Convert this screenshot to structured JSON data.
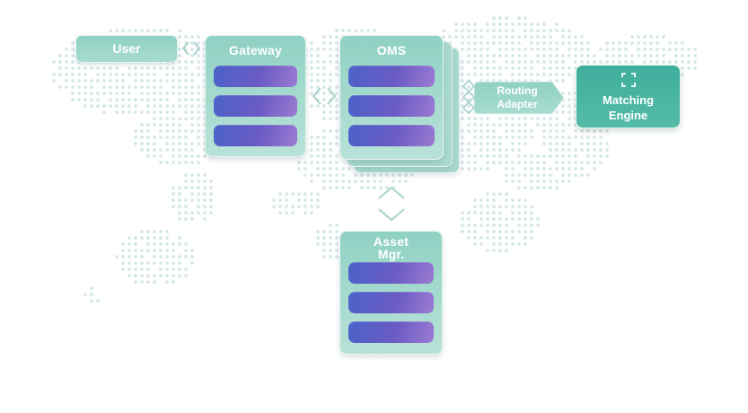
{
  "nodes": {
    "user": {
      "label": "User"
    },
    "gateway": {
      "label": "Gateway"
    },
    "oms": {
      "label": "OMS"
    },
    "routing_adapter": {
      "line1": "Routing",
      "line2": "Adapter"
    },
    "matching_engine": {
      "line1": "Matching",
      "line2": "Engine"
    },
    "asset_mgr": {
      "line1": "Asset",
      "line2": "Mgr."
    }
  },
  "colors": {
    "node_fill": "#8fd1c3",
    "engine_fill": "#3fae9c",
    "bar_start": "#4a63c8",
    "bar_end": "#9c7cd3",
    "connector": "#a9d3ca",
    "map_dots": "#d6e7e8"
  },
  "icons": {
    "engine": "expand-corners-icon",
    "connectors": "diamond-chevron-connector-icon"
  }
}
